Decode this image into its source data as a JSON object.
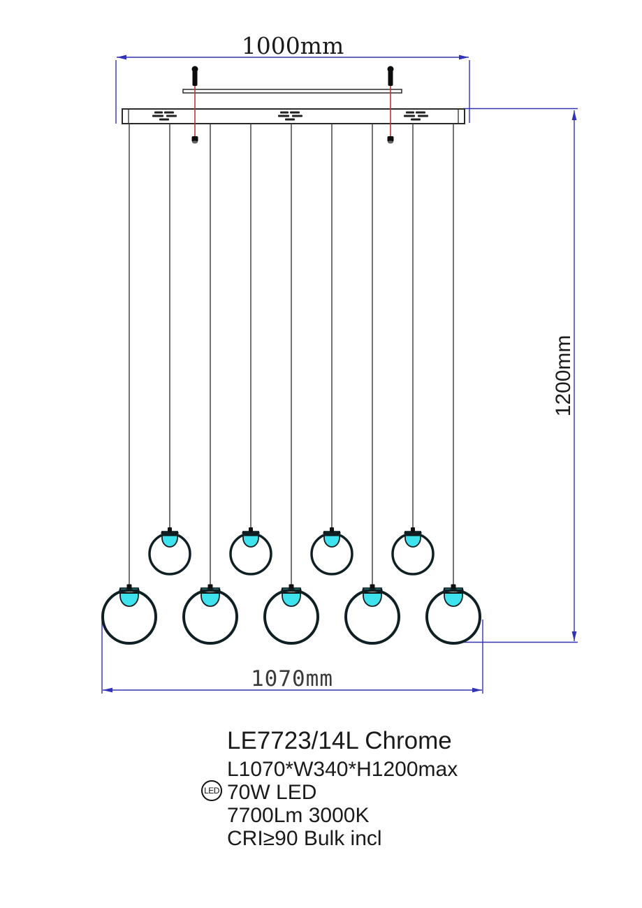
{
  "colors": {
    "dimension-blue": "#3232b4",
    "drawing-line": "#2b2b2b",
    "safety-wire-red": "#c53030",
    "led-cyan": "#3fe3ee",
    "sphere-outline": "#0f2024",
    "text": "#1a1a1a"
  },
  "dimensions": {
    "top": "1000mm",
    "right": "1200mm",
    "bottom": "1070mm"
  },
  "product": {
    "title": "LE7723/14L Chrome",
    "size": "L1070*W340*H1200max",
    "led_badge": "LED",
    "power": "70W LED",
    "output": "7700Lm 3000K",
    "cri": "CRI≥90 Bulk incl"
  }
}
